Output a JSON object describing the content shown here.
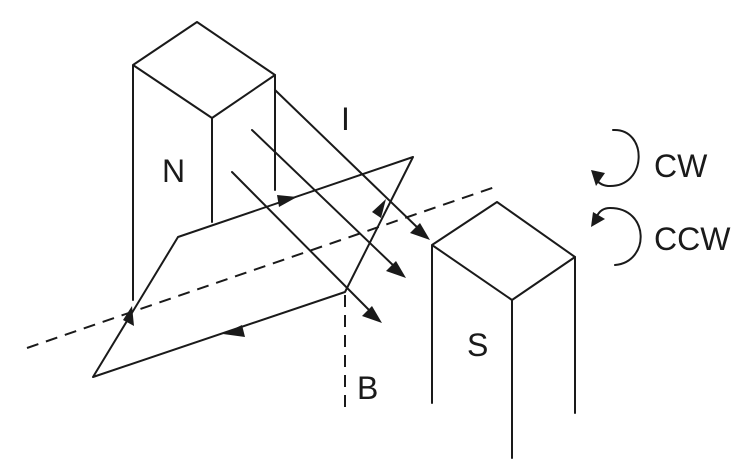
{
  "labels": {
    "north_pole": "N",
    "south_pole": "S",
    "current": "I",
    "field": "B",
    "clockwise": "CW",
    "counter_clockwise": "CCW"
  },
  "colors": {
    "ink": "#1a1a1a",
    "background": "#ffffff"
  }
}
